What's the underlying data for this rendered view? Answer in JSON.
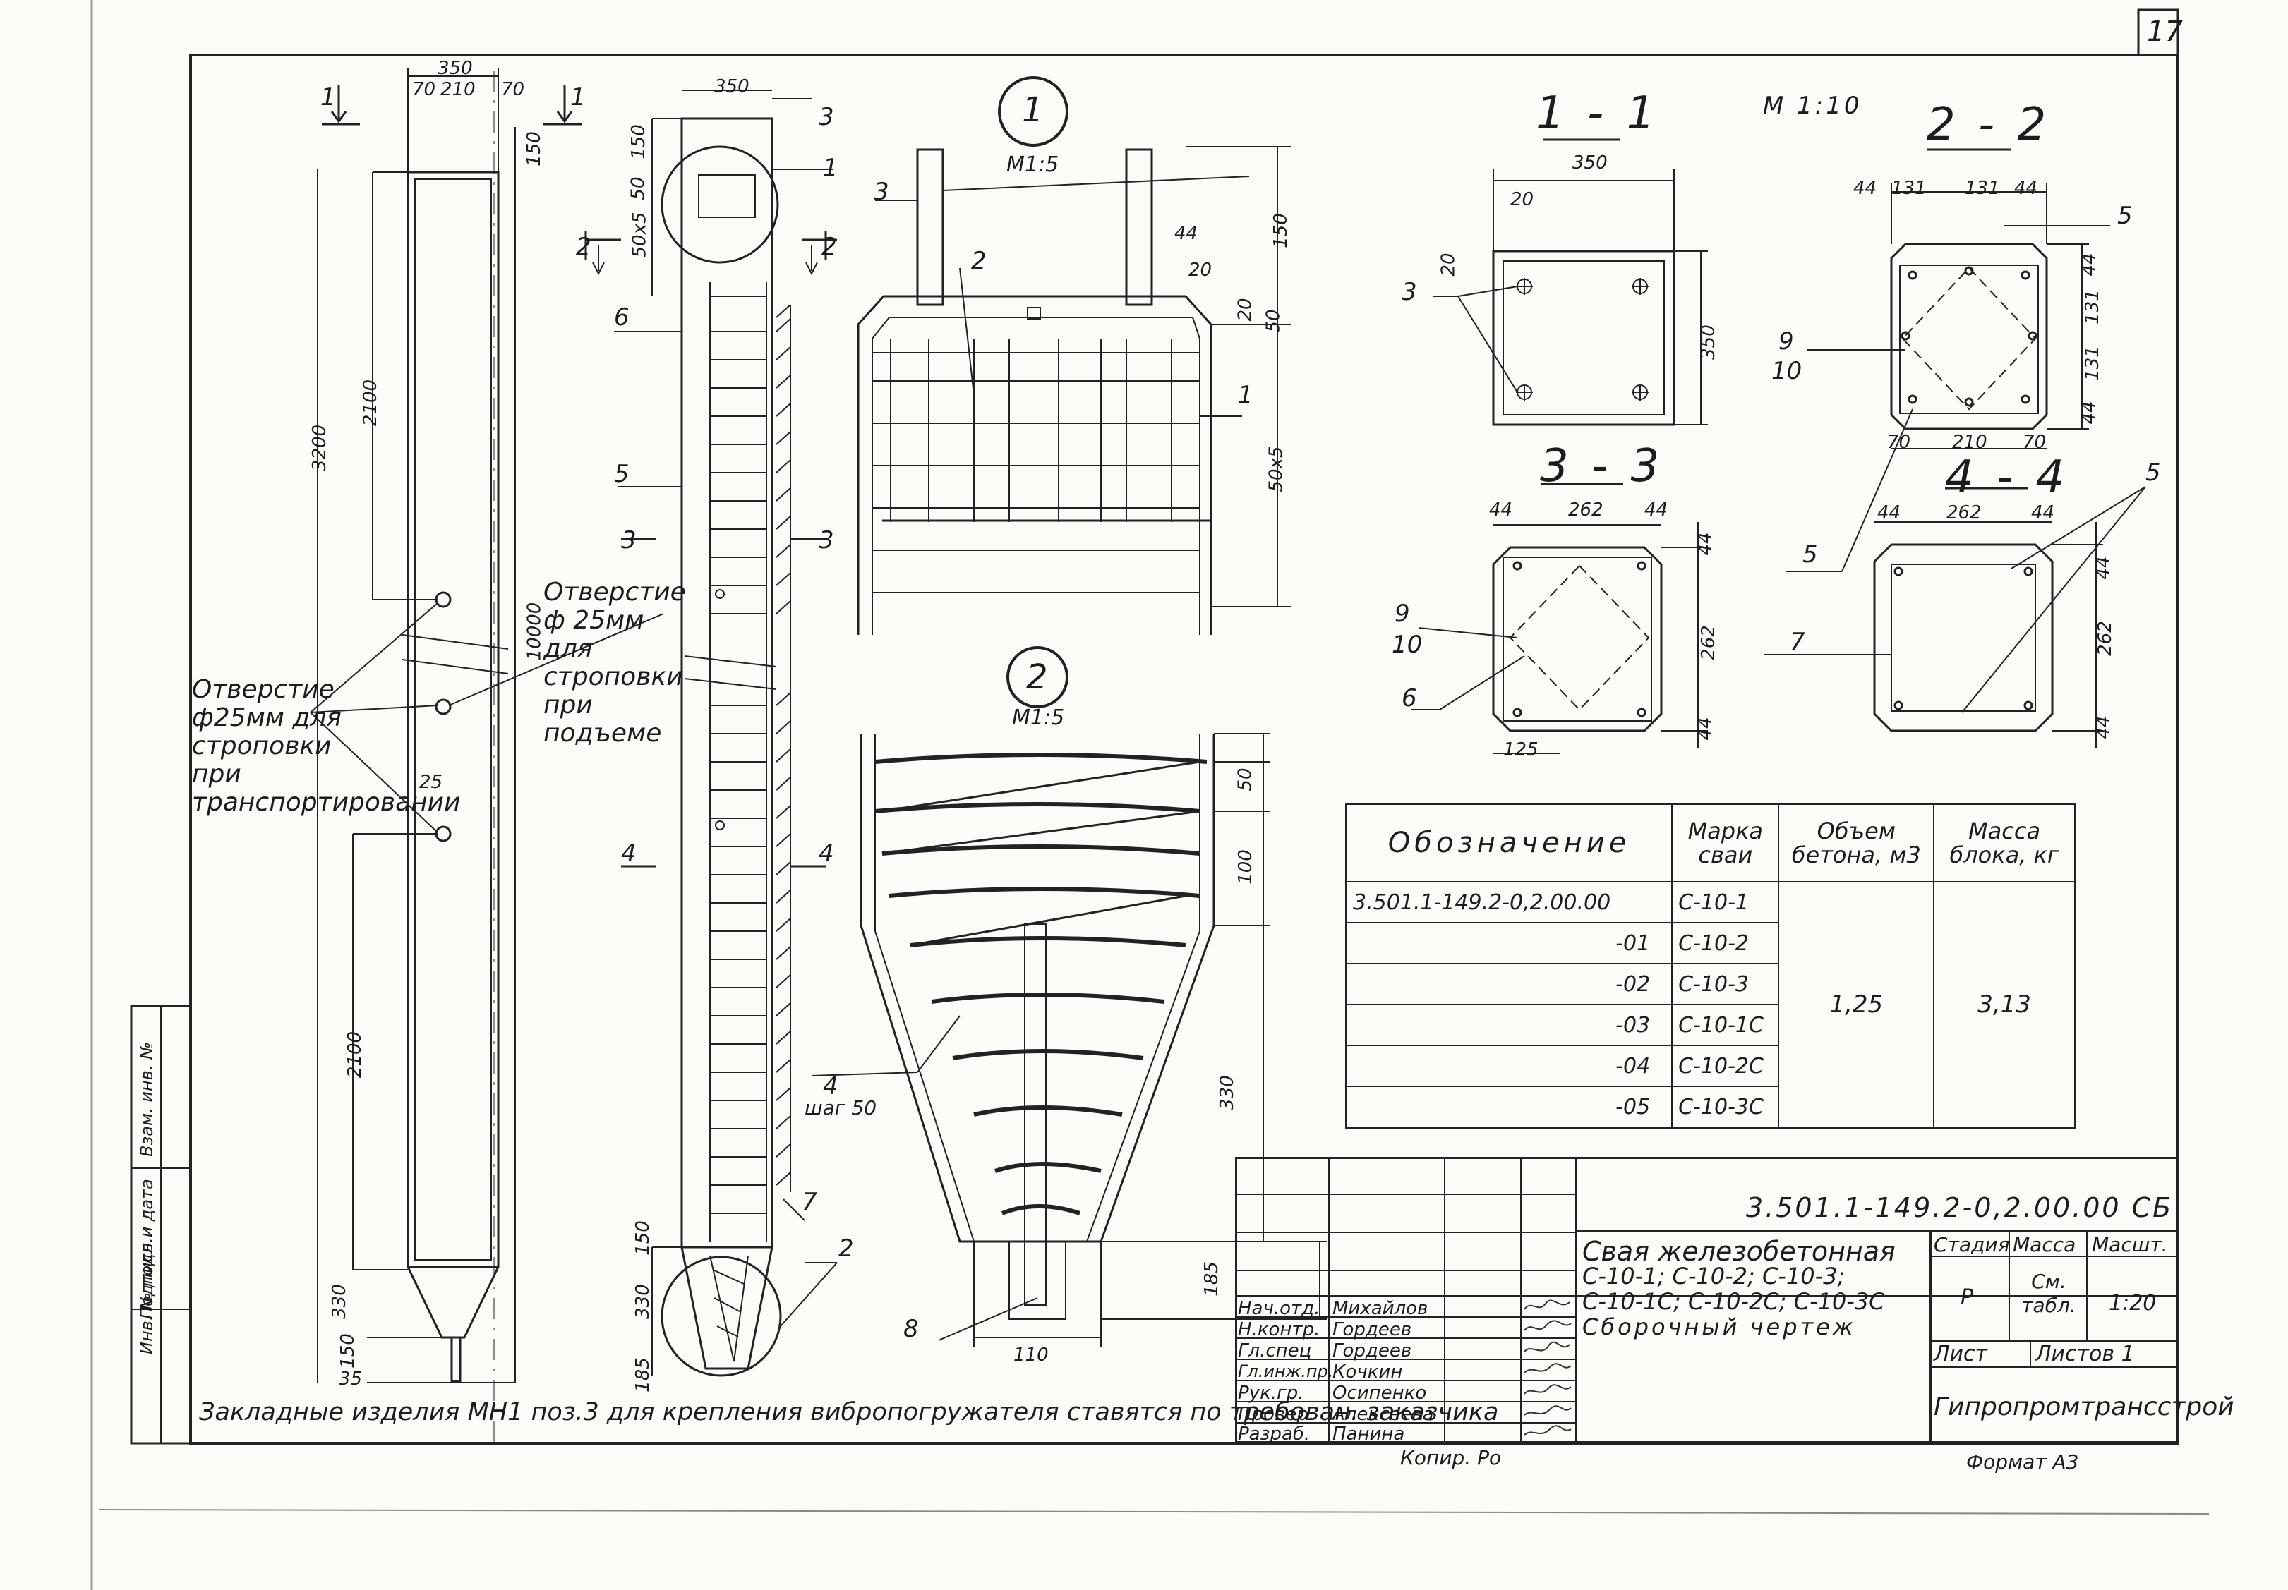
{
  "sheet": {
    "page_number": "17",
    "scale_main": "М 1:10",
    "side_stamp": [
      "Инв. № подл.",
      "Подпись и дата",
      "Взам. инв. №"
    ]
  },
  "views": {
    "pile_outline": {
      "mark_section_1": "1",
      "dims": [
        "350",
        "70",
        "210",
        "70",
        "150",
        "3200",
        "2100",
        "10000",
        "2100",
        "330",
        "150",
        "35",
        "25"
      ],
      "hole_note_left": "Отверстие ф25мм для строповки при транспортировании",
      "hole_note_right": "Отверстие ф 25мм для строповки при подъеме"
    },
    "pile_reinforcement": {
      "dims": [
        "350",
        "150",
        "50",
        "50x5",
        "150",
        "330",
        "185"
      ],
      "positions": [
        "3",
        "1",
        "6",
        "5",
        "2",
        "4",
        "7"
      ],
      "section_marks": [
        "1",
        "2",
        "3",
        "4"
      ],
      "pos4_note": "4",
      "pos4_pitch": "шаг 50"
    },
    "detail_1": {
      "mark": "1",
      "scale": "М1:5",
      "dims": [
        "150",
        "44",
        "20",
        "20",
        "50",
        "50x5"
      ],
      "positions": [
        "3",
        "2",
        "1"
      ]
    },
    "detail_2": {
      "mark": "2",
      "scale": "М1:5",
      "dims": [
        "50",
        "100",
        "330",
        "185",
        "110"
      ],
      "positions": [
        "8"
      ]
    },
    "section_1_1": {
      "title": "1 - 1",
      "dims": [
        "350",
        "20",
        "20",
        "350"
      ],
      "positions": [
        "3"
      ]
    },
    "section_2_2": {
      "title": "2 - 2",
      "dims": [
        "44",
        "131",
        "131",
        "44",
        "44",
        "131",
        "131",
        "44",
        "70",
        "210",
        "70"
      ],
      "positions": [
        "5",
        "9",
        "10"
      ]
    },
    "section_3_3": {
      "title": "3 - 3",
      "dims": [
        "44",
        "262",
        "44",
        "44",
        "262",
        "44",
        "125"
      ],
      "positions": [
        "9",
        "10",
        "6"
      ]
    },
    "section_4_4": {
      "title": "4 - 4",
      "dims": [
        "44",
        "262",
        "44",
        "44",
        "262",
        "44"
      ],
      "positions": [
        "5",
        "5",
        "7"
      ]
    }
  },
  "spec_table": {
    "headers": [
      "Обозначение",
      "Марка сваи",
      "Объем бетона, м3",
      "Масса блока, кг"
    ],
    "rows": [
      {
        "designation": "3.501.1-149.2-0,2.00.00",
        "mark": "С-10-1"
      },
      {
        "designation": "-01",
        "mark": "С-10-2"
      },
      {
        "designation": "-02",
        "mark": "С-10-3"
      },
      {
        "designation": "-03",
        "mark": "С-10-1С"
      },
      {
        "designation": "-04",
        "mark": "С-10-2С"
      },
      {
        "designation": "-05",
        "mark": "С-10-3С"
      }
    ],
    "concrete_volume": "1,25",
    "block_mass": "3,13"
  },
  "bottom_note": "Закладные изделия МН1 поз.3 для крепления вибропогружателя ставятся по требован. заказчика",
  "title_block": {
    "code": "3.501.1-149.2-0,2.00.00 СБ",
    "title_lines": [
      "Свая железобетонная",
      "С-10-1; С-10-2; С-10-3;",
      "С-10-1С; С-10-2С; С-10-3С",
      "Сборочный чертеж"
    ],
    "stage_label": "Стадия",
    "mass_label": "Масса",
    "scale_label": "Масшт.",
    "stage_value": "Р",
    "mass_value": "См. табл.",
    "scale_value": "1:20",
    "sheet_label": "Лист",
    "sheets_label": "Листов 1",
    "organization": "Гипропромтрансстрой",
    "signatures": [
      {
        "role": "Нач.отд.",
        "name": "Михайлов"
      },
      {
        "role": "Н.контр.",
        "name": "Гордеев"
      },
      {
        "role": "Гл.спец",
        "name": "Гордеев"
      },
      {
        "role": "Гл.инж.пр.",
        "name": "Кочкин"
      },
      {
        "role": "Рук.гр.",
        "name": "Осипенко"
      },
      {
        "role": "Провер.",
        "name": "Алексеева"
      },
      {
        "role": "Разраб.",
        "name": "Панина"
      }
    ],
    "copied": "Копир. Ро",
    "format": "Формат А3"
  }
}
